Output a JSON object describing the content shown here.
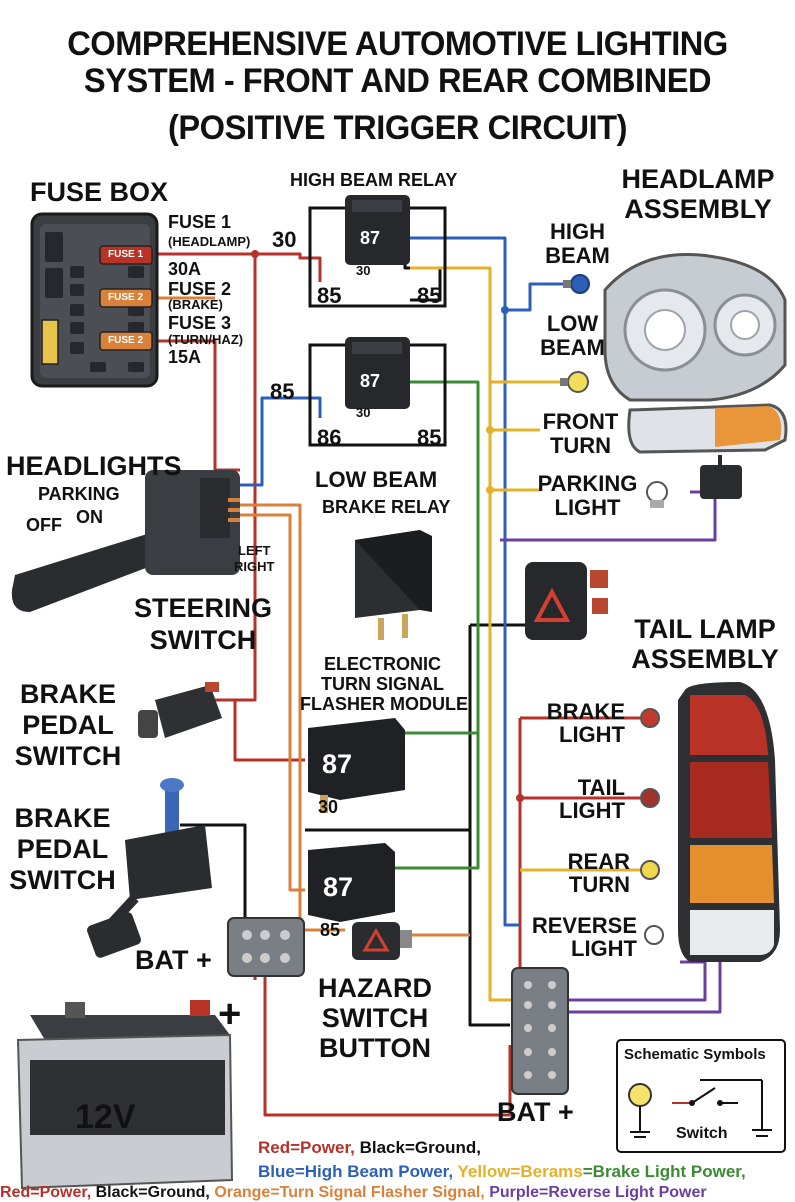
{
  "title": {
    "line1": "COMPREHENSIVE AUTOMOTIVE LIGHTING",
    "line2": "SYSTEM - FRONT AND REAR COMBINED",
    "line3": "(POSITIVE TRIGGER CIRCUIT)"
  },
  "fuse_box": {
    "label": "FUSE BOX",
    "fuse1_tag": "FUSE 1",
    "fuse2_tag": "FUSE 2",
    "fuse3_tag": "FUSE 2",
    "fuse1_name": "FUSE 1",
    "fuse1_sub": "(HEADLAMP)",
    "fuse1_amp": "30A",
    "fuse2_name": "FUSE 2",
    "fuse2_sub": "(BRAKE)",
    "fuse3_name": "FUSE 3",
    "fuse3_sub": "(TURN/HAZ)",
    "fuse3_amp": "15A"
  },
  "high_beam_relay": {
    "label": "HIGH BEAM RELAY",
    "pin30": "30",
    "pin87": "87",
    "pin30_small": "30",
    "pin85_left": "85",
    "pin85_right": "85"
  },
  "low_beam_relay": {
    "label": "LOW BEAM",
    "pin85_top": "85",
    "pin87": "87",
    "pin30_small": "30",
    "pin86": "86",
    "pin85_right": "85"
  },
  "brake_relay": {
    "label": "BRAKE RELAY"
  },
  "headlamp": {
    "label_line1": "HEADLAMP",
    "label_line2": "ASSEMBLY",
    "high_beam_line1": "HIGH",
    "high_beam_line2": "BEAM",
    "low_beam_line1": "LOW",
    "low_beam_line2": "BEAM",
    "front_turn_line1": "FRONT",
    "front_turn_line2": "TURN",
    "parking_line1": "PARKING",
    "parking_line2": "LIGHT"
  },
  "headlight_switch": {
    "label": "HEADLIGHTS",
    "parking": "PARKING",
    "off": "OFF",
    "on": "ON",
    "left": "LEFT",
    "right": "RIGHT"
  },
  "steering_switch": {
    "line1": "STEERING",
    "line2": "SWITCH"
  },
  "flasher": {
    "line1": "ELECTRONIC",
    "line2": "TURN SIGNAL",
    "line3": "FLASHER MODULE",
    "pin87": "87",
    "pin30": "30"
  },
  "brake_pedal_switch_1": {
    "line1": "BRAKE",
    "line2": "PEDAL",
    "line3": "SWITCH"
  },
  "brake_pedal_switch_2": {
    "line1": "BRAKE",
    "line2": "PEDAL",
    "line3": "SWITCH"
  },
  "lower_relay": {
    "pin87": "87",
    "pin85": "85"
  },
  "hazard": {
    "line1": "HAZARD",
    "line2": "SWITCH",
    "line3": "BUTTON"
  },
  "bat_plus_left": "BAT +",
  "bat_plus_right": "BAT +",
  "battery": {
    "voltage": "12V",
    "plus": "+"
  },
  "tail_lamp": {
    "label_line1": "TAIL LAMP",
    "label_line2": "ASSEMBLY",
    "brake_line1": "BRAKE",
    "brake_line2": "LIGHT",
    "tail_line1": "TAIL",
    "tail_line2": "LIGHT",
    "rear_turn_line1": "REAR",
    "rear_turn_line2": "TURN",
    "reverse_line1": "REVERSE",
    "reverse_line2": "LIGHT"
  },
  "schematic": {
    "title": "Schematic Symbols",
    "switch": "Switch"
  },
  "legend": {
    "line1_red": "Red=Power,",
    "line1_black": "Black=Ground,",
    "line2_blue": "Blue=High Beam Power,",
    "line2_yellow": "Yellow=Berams",
    "line2_green": "=Brake Light Power,",
    "line3_red": "Red=Power,",
    "line3_black": "Black=Ground,",
    "line3_orange": "Orange=Turn Signal Flasher Signal,",
    "line3_purple": "Purple=Reverse Light Power"
  },
  "colors": {
    "power": "#b5322a",
    "ground": "#111111",
    "high_beam": "#2d5fb8",
    "yellow": "#e3b12a",
    "green": "#3d8a35",
    "orange": "#d9813a",
    "purple": "#6b3fa0"
  }
}
